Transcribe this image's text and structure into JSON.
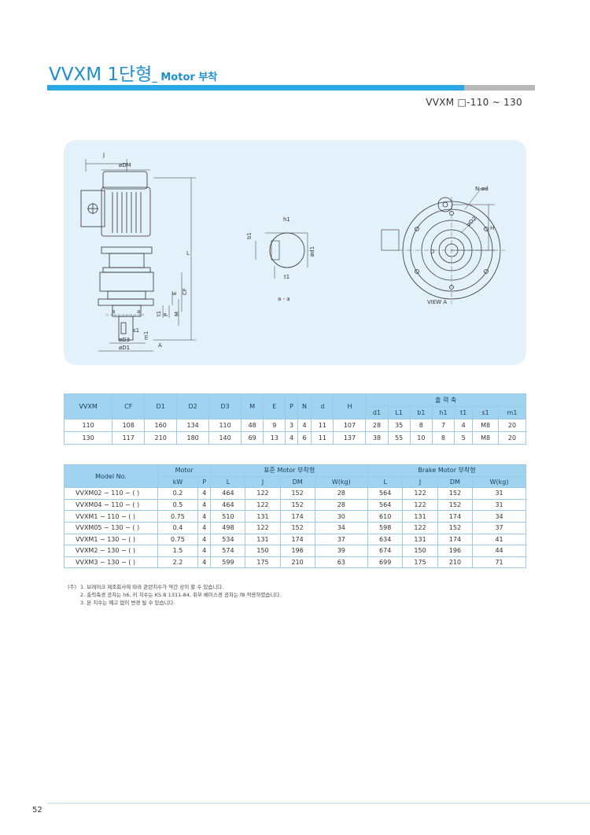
{
  "header": {
    "title_main": "VVXM 1단형",
    "title_sub": "_ Motor 부착",
    "model_range": "VVXM □-110 ~ 130"
  },
  "drawing": {
    "labels": {
      "J": "J",
      "DM": "øDM",
      "L": "L",
      "E": "E",
      "CF": "CF",
      "t1": "t1",
      "P": "P",
      "M": "M",
      "a_left": "a",
      "a_right": "a",
      "s1": "s1",
      "m1": "m1",
      "D3": "øD3",
      "D1": "øD1",
      "A": "A",
      "h1": "h1",
      "b1": "b1",
      "d1": "ød1",
      "t1_sec": "t1",
      "section": "a - a",
      "Nd": "N-ød",
      "D2": "øD2",
      "H": "H",
      "D": "D",
      "view_a": "VIEW A"
    }
  },
  "spec_table": {
    "col_model": "VVXM",
    "cols_main": [
      "CF",
      "D1",
      "D2",
      "D3",
      "M",
      "E",
      "P",
      "N",
      "d",
      "H"
    ],
    "output_shaft_group": "출 력 축",
    "cols_shaft": [
      "d1",
      "L1",
      "b1",
      "h1",
      "t1",
      "s1",
      "m1"
    ],
    "rows": [
      [
        "110",
        "108",
        "160",
        "134",
        "110",
        "48",
        "9",
        "3",
        "4",
        "11",
        "107",
        "28",
        "35",
        "8",
        "7",
        "4",
        "M8",
        "20"
      ],
      [
        "130",
        "117",
        "210",
        "180",
        "140",
        "69",
        "13",
        "4",
        "6",
        "11",
        "137",
        "38",
        "55",
        "10",
        "8",
        "5",
        "M8",
        "20"
      ]
    ]
  },
  "motor_table": {
    "col_model": "Model No.",
    "group_motor": "Motor",
    "group_std": "표준 Motor 부착형",
    "group_brake": "Brake Motor 부착형",
    "sub_motor": [
      "kW",
      "P"
    ],
    "sub_std": [
      "L",
      "J",
      "DM",
      "W(kg)"
    ],
    "sub_brake": [
      "L",
      "J",
      "DM",
      "W(kg)"
    ],
    "rows": [
      [
        "VVXM02 − 110 − (   )",
        "0.2",
        "4",
        "464",
        "122",
        "152",
        "28",
        "564",
        "122",
        "152",
        "31"
      ],
      [
        "VVXM04 − 110 − (   )",
        "0.5",
        "4",
        "464",
        "122",
        "152",
        "28",
        "564",
        "122",
        "152",
        "31"
      ],
      [
        "VVXM1    − 110 − (   )",
        "0.75",
        "4",
        "510",
        "131",
        "174",
        "30",
        "610",
        "131",
        "174",
        "34"
      ],
      [
        "VVXM05 − 130 − (   )",
        "0.4",
        "4",
        "498",
        "122",
        "152",
        "34",
        "598",
        "122",
        "152",
        "37"
      ],
      [
        "VVXM1    − 130 − (   )",
        "0.75",
        "4",
        "534",
        "131",
        "174",
        "37",
        "634",
        "131",
        "174",
        "41"
      ],
      [
        "VVXM2    − 130 − (   )",
        "1.5",
        "4",
        "574",
        "150",
        "196",
        "39",
        "674",
        "150",
        "196",
        "44"
      ],
      [
        "VVXM3    − 130 − (   )",
        "2.2",
        "4",
        "599",
        "175",
        "210",
        "63",
        "699",
        "175",
        "210",
        "71"
      ]
    ]
  },
  "notes": {
    "label": "(주)",
    "items": [
      "1. 브레이크 제조회사에 따라 관련치수가 약간 상이 할 수 있습니다.",
      "2. 출력축경 공차는 h6, 키 치수는 KS B 1311-84, 취부 베이스경 공차는 f8 적용하였습니다.",
      "3. 본 치수는 예고 없이 변경 될 수 있습니다."
    ]
  },
  "footer": {
    "page_number": "52"
  }
}
